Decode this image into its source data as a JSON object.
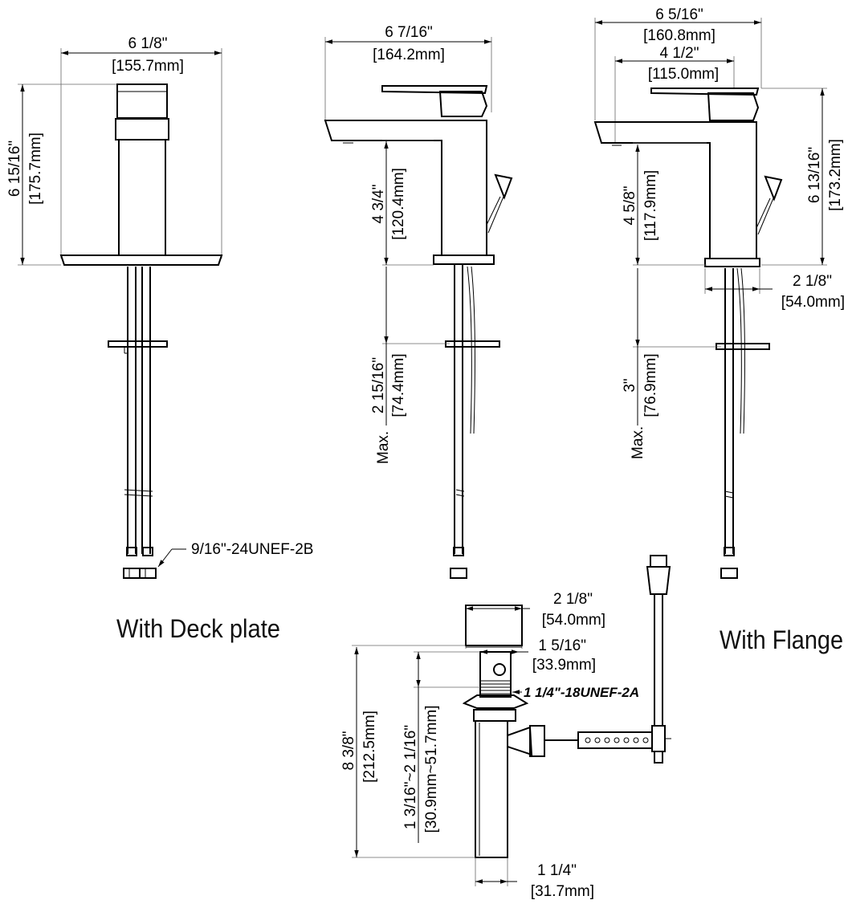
{
  "deck_view": {
    "width_in": "6 1/8\"",
    "width_mm": "[155.7mm]",
    "height_in": "6 15/16\"",
    "height_mm": "[175.7mm]",
    "thread": "9/16\"-24UNEF-2B",
    "caption": "With Deck plate"
  },
  "side_view": {
    "width_in": "6 7/16\"",
    "width_mm": "[164.2mm]",
    "spout_height_in": "4 3/4\"",
    "spout_height_mm": "[120.4mm]",
    "deck_max_prefix": "Max.",
    "deck_max_in": "2 15/16\"",
    "deck_max_mm": "[74.4mm]"
  },
  "flange_view": {
    "total_width_in": "6 5/16\"",
    "total_width_mm": "[160.8mm]",
    "reach_in": "4 1/2\"",
    "reach_mm": "[115.0mm]",
    "height_in": "6 13/16\"",
    "height_mm": "[173.2mm]",
    "spout_height_in": "4 5/8\"",
    "spout_height_mm": "[117.9mm]",
    "base_in": "2 1/8\"",
    "base_mm": "[54.0mm]",
    "deck_max_prefix": "Max.",
    "deck_max_in": "3\"",
    "deck_max_mm": "[76.9mm]",
    "caption": "With Flange"
  },
  "drain_view": {
    "cap_width_in": "2 1/8\"",
    "cap_width_mm": "[54.0mm]",
    "body_width_in": "1 5/16\"",
    "body_width_mm": "[33.9mm]",
    "thread": "1 1/4\"-18UNEF-2A",
    "total_height_in": "8 3/8\"",
    "total_height_mm": "[212.5mm]",
    "range_in": "1 3/16\"~2 1/16\"",
    "range_mm": "[30.9mm~51.7mm]",
    "tail_width_in": "1 1/4\"",
    "tail_width_mm": "[31.7mm]"
  }
}
